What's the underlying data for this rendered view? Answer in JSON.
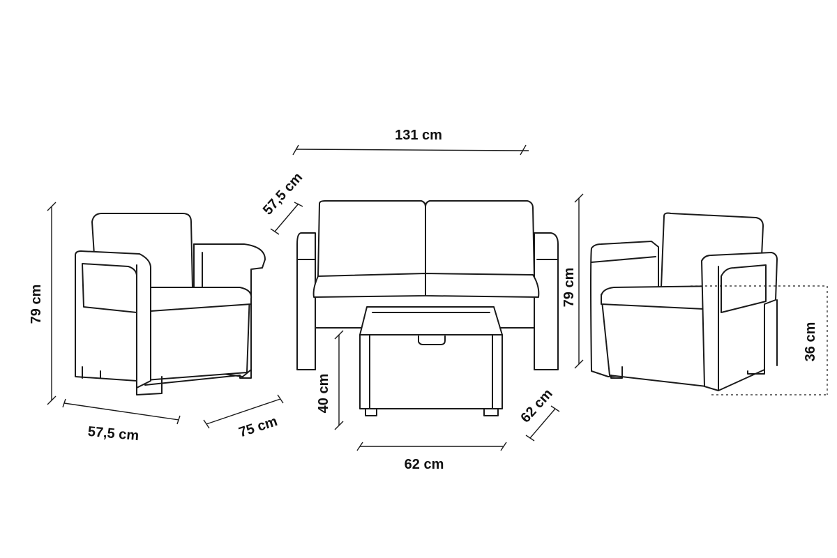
{
  "labels": {
    "sofa_width": "131 cm",
    "sofa_depth": "57,5 cm",
    "sofa_height": "79 cm",
    "chair_height": "79 cm",
    "chair_width": "57,5 cm",
    "chair_depth": "75 cm",
    "table_height": "40 cm",
    "table_width": "62 cm",
    "table_depth": "62 cm",
    "seat_height": "36 cm"
  }
}
